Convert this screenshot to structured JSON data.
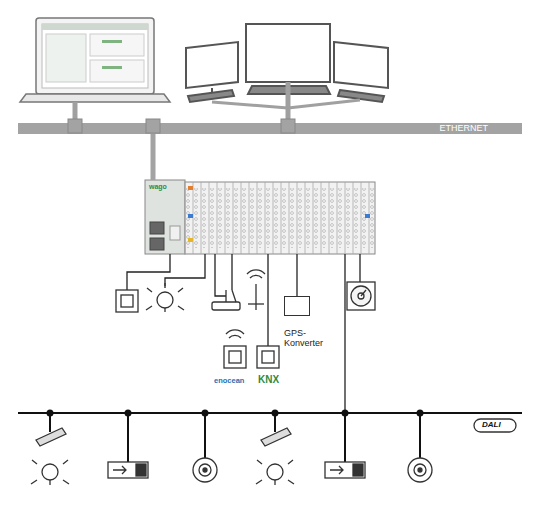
{
  "diagram": {
    "nodes": [
      {
        "text": [
          "ETHERNET"
        ]
      },
      {
        "text": [
          "wago"
        ]
      },
      {
        "text": [
          "GPS- Konverter"
        ]
      }
    ],
    "edges": [
      {
        "from": 0,
        "to": 1,
        "arrow": "none"
      },
      {
        "from": 1,
        "to": 2,
        "arrow": "none"
      }
    ],
    "labels": [
      "enocean",
      "KNX",
      "DALI"
    ]
  }
}
